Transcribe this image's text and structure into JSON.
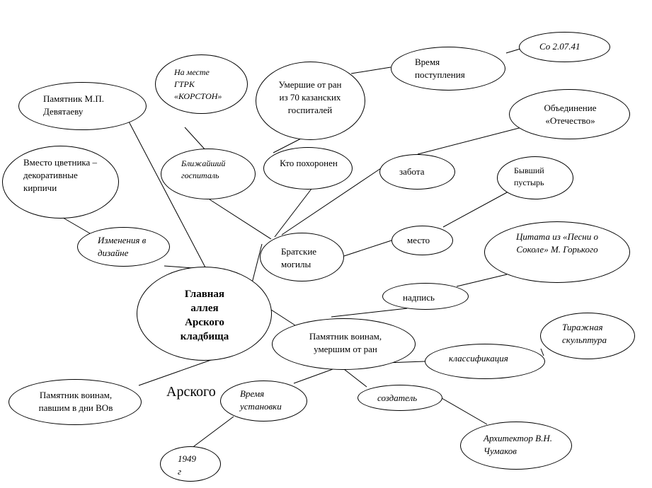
{
  "nodes": {
    "glavnaya": "Главная аллея Арского кладбища",
    "pamyatnik_devyataevu": "Памятник М.П. Девятаеву",
    "na_meste": "На месте ГТРК «КОРСТОН»",
    "umershie": "Умершие от ран из 70 казанских госпиталей",
    "vremya_postupleniya": "Время поступления",
    "so_date": "Со 2.07.41",
    "obedinenie": "Объединение «Отечество»",
    "vmesto": "Вместо цветника – декоративные кирпичи",
    "blizhaishiy": "Ближайший госпиталь",
    "kto": "Кто похоронен",
    "zabota": "забота",
    "byvshiy": "Бывший пустырь",
    "izmeneniya": "Изменения в дизайне",
    "bratskie": "Братские могилы",
    "mesto": "место",
    "tsitata": "Цитата из «Песни о Соколе» М. Горького",
    "nadpis": "надпись",
    "pamyatnik_voinam_umershim": "Памятник воинам, умершим от ран",
    "tirazhnaya": "Тиражная скульптура",
    "klassifikatsiya": "классификация",
    "pamyatnik_voinam_pavshim": "Памятник воинам, павшим в дни ВОв",
    "arskogo": "Арского",
    "vremya_ustanovki": "Время установки",
    "sozdatel": "создатель",
    "arhitektor": "Архитектор В.Н. Чумаков",
    "year": "1949 г"
  }
}
